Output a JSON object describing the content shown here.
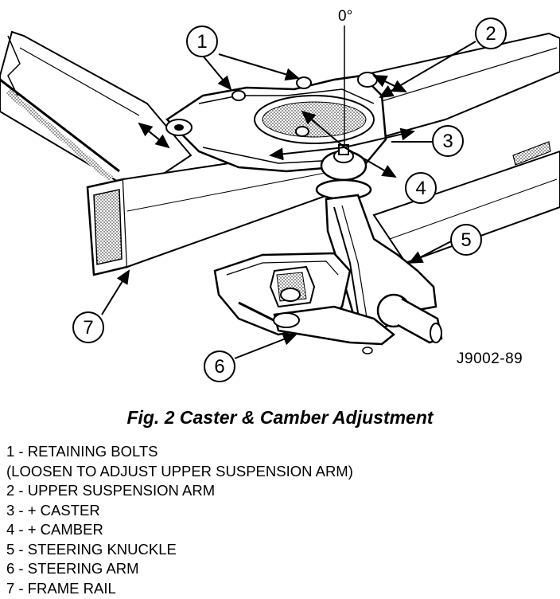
{
  "figure": {
    "angle_label": "0°",
    "figure_id": "J9002-89",
    "caption": "Fig. 2 Caster & Camber Adjustment"
  },
  "callouts": [
    "1",
    "2",
    "3",
    "4",
    "5",
    "6",
    "7"
  ],
  "legend": [
    "1 - RETAINING BOLTS",
    "(LOOSEN TO ADJUST UPPER SUSPENSION ARM)",
    "2 - UPPER SUSPENSION ARM",
    "3 - + CASTER",
    "4 - + CAMBER",
    "5 - STEERING KNUCKLE",
    "6 - STEERING ARM",
    "7 - FRAME RAIL"
  ]
}
